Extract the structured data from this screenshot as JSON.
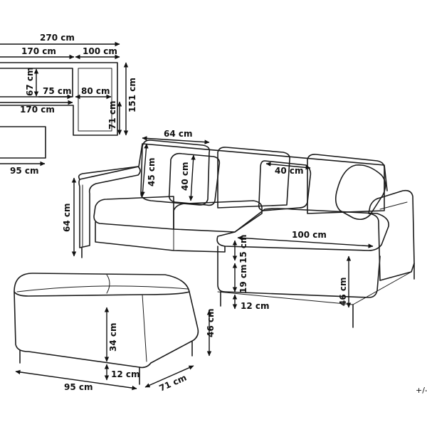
{
  "colors": {
    "line": "#1b1b1b",
    "background": "#ffffff"
  },
  "top_view": {
    "total_width": "270 cm",
    "sofa_length_top": "170 cm",
    "chaise_width": "100 cm",
    "seat_depth": "67 cm",
    "inner_seat_width": "75 cm",
    "chaise_inner_width": "80 cm",
    "total_depth": "151 cm",
    "sofa_length_bottom": "170 cm",
    "chaise_extension": "71 cm"
  },
  "ottoman_top": {
    "width": "95 cm"
  },
  "sofa": {
    "cushion_width": "64 cm",
    "cushion_height_45": "45 cm",
    "cushion_height_40": "40 cm",
    "cushion_width_40": "40 cm",
    "back_height": "64 cm",
    "chaise_length": "100 cm",
    "seat_cushion_height": "15 cm",
    "seat_base_height": "19 cm",
    "leg_height": "12 cm",
    "seat_height": "46 cm"
  },
  "ottoman": {
    "body_height": "34 cm",
    "leg_height": "12 cm",
    "total_height": "46 cm",
    "width": "95 cm",
    "depth": "71 cm"
  },
  "footnote": "+/-"
}
